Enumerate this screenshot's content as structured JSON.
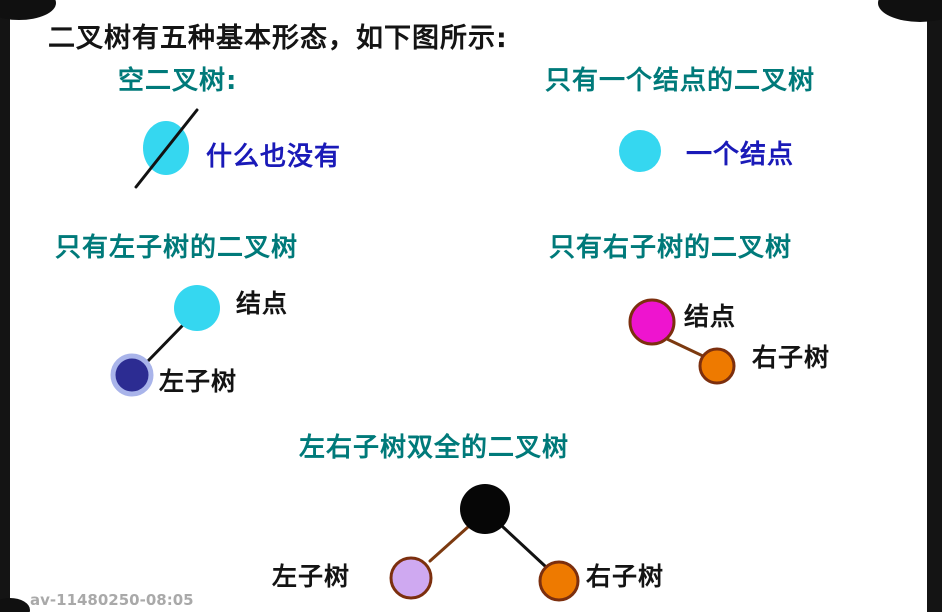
{
  "title": "二叉树有五种基本形态，如下图所示:",
  "sections": {
    "empty": {
      "heading": "空二叉树:",
      "caption": "什么也没有"
    },
    "single": {
      "heading": "只有一个结点的二叉树",
      "caption": "一个结点"
    },
    "left_only": {
      "heading": "只有左子树的二叉树",
      "node_label": "结点",
      "child_label": "左子树"
    },
    "right_only": {
      "heading": "只有右子树的二叉树",
      "node_label": "结点",
      "child_label": "右子树"
    },
    "both": {
      "heading": "左右子树双全的二叉树",
      "left_label": "左子树",
      "right_label": "右子树"
    }
  },
  "watermark": "av-11480250-08:05",
  "colors": {
    "heading_teal": "#007a7a",
    "label_blue": "#1a1ab8",
    "text_dark": "#141414",
    "node_cyan": "#35d7f0",
    "node_navy": "#2c2c92",
    "node_navy_halo": "#a9b4ea",
    "node_magenta": "#ee14cf",
    "node_orange": "#ee7a00",
    "node_lavender": "#cfa9f1",
    "node_black": "#060606",
    "outline_brown": "#7c2f0e",
    "line_black": "#121212",
    "line_brown": "#7c3a10",
    "watermark_gray": "#9b9b9b"
  }
}
